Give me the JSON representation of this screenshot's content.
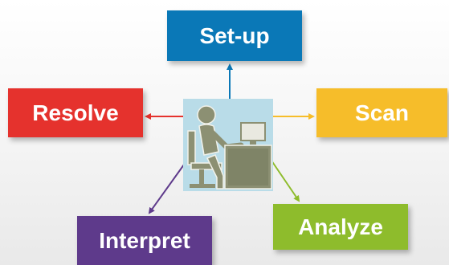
{
  "steps": {
    "setup": {
      "label": "Set-up",
      "color": "#0a78b7"
    },
    "resolve": {
      "label": "Resolve",
      "color": "#e5322d"
    },
    "scan": {
      "label": "Scan",
      "color": "#f6bd2a"
    },
    "interpret": {
      "label": "Interpret",
      "color": "#5e3a8b"
    },
    "analyze": {
      "label": "Analyze",
      "color": "#8ebc2c"
    }
  },
  "center_icon": "person-at-computer-icon"
}
